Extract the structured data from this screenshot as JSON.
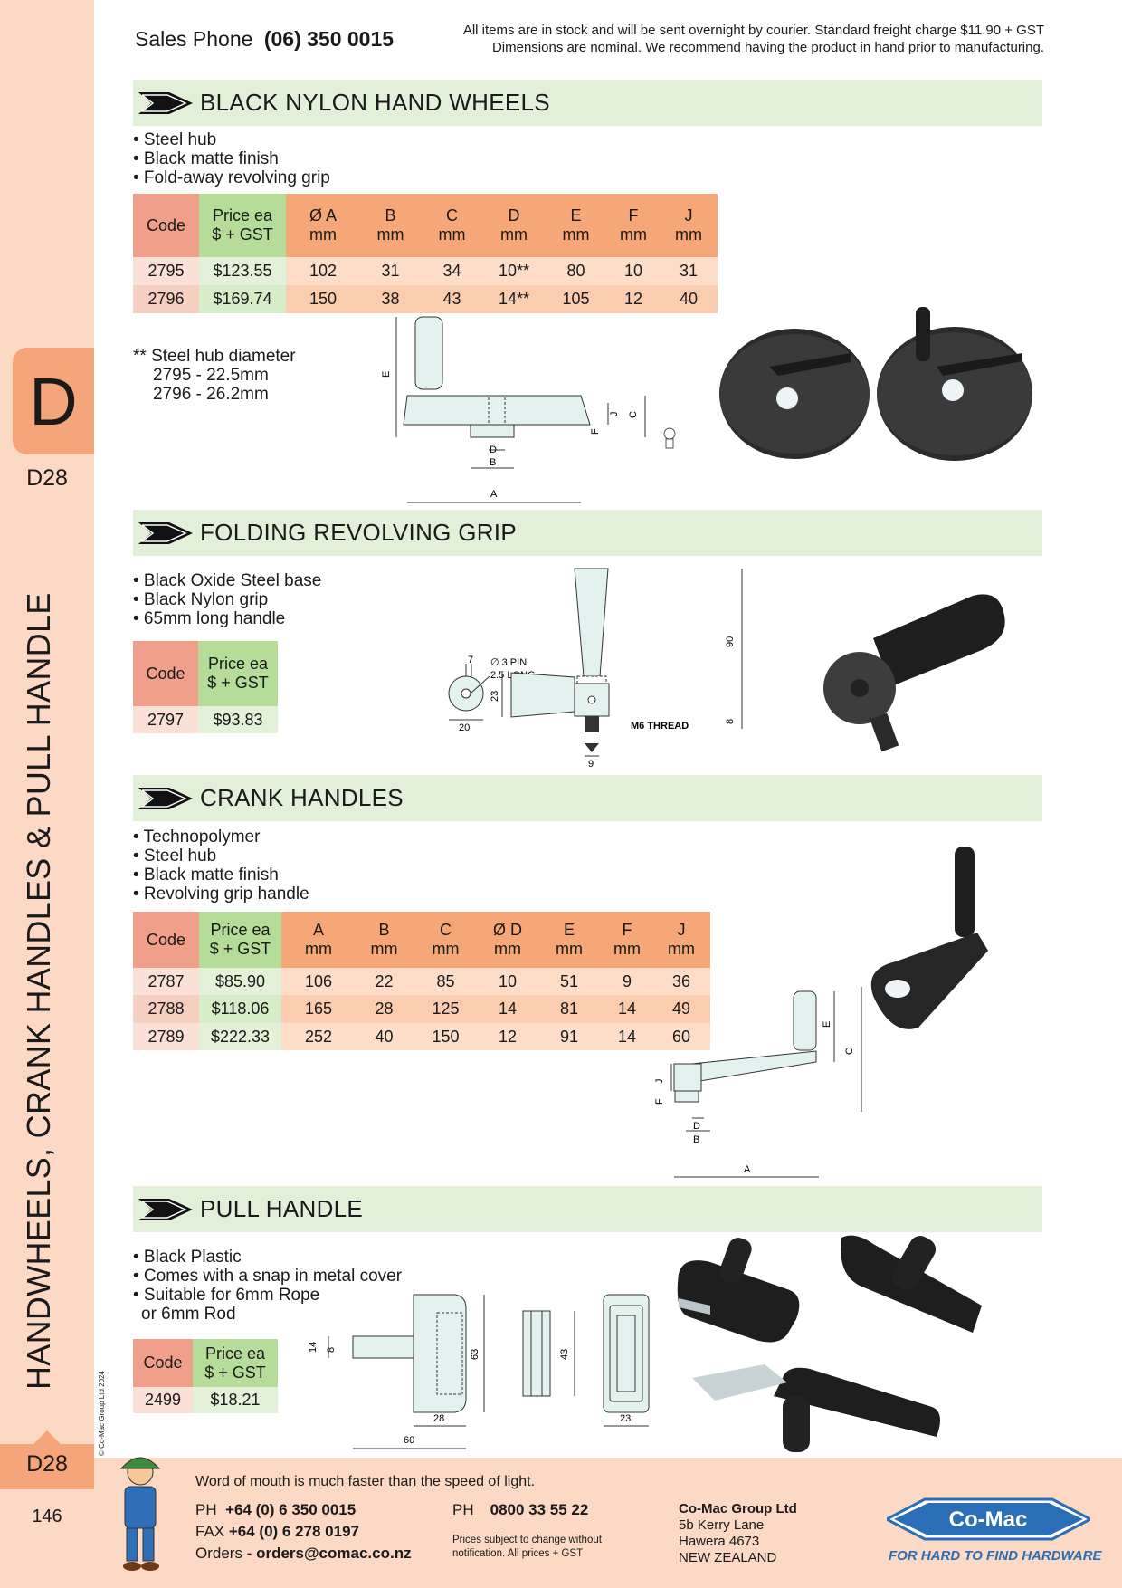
{
  "header": {
    "sales_label": "Sales Phone",
    "sales_phone": "(06) 350 0015",
    "notice_line1": "All items are in stock and will be sent overnight by courier. Standard freight charge $11.90 + GST",
    "notice_line2": "Dimensions are nominal. We recommend having the product in hand prior to manufacturing."
  },
  "sidebar": {
    "tab_letter": "D",
    "tab_code": "D28",
    "vertical_title": "HANDWHEELS, CRANK HANDLES & PULL HANDLE",
    "copyright": "© Co-Mac Group Ltd 2024",
    "bottom_tab_code": "D28",
    "page_number": "146"
  },
  "sections": {
    "handwheels": {
      "title": "BLACK NYLON HAND WHEELS",
      "bullets": [
        "• Steel hub",
        "• Black matte finish",
        "• Fold-away revolving grip"
      ],
      "table": {
        "headers": [
          [
            "Code"
          ],
          [
            "Price ea",
            "$ + GST"
          ],
          [
            "Ø A",
            "mm"
          ],
          [
            "B",
            "mm"
          ],
          [
            "C",
            "mm"
          ],
          [
            "D",
            "mm"
          ],
          [
            "E",
            "mm"
          ],
          [
            "F",
            "mm"
          ],
          [
            "J",
            "mm"
          ]
        ],
        "rows": [
          [
            "2795",
            "$123.55",
            "102",
            "31",
            "34",
            "10**",
            "80",
            "10",
            "31"
          ],
          [
            "2796",
            "$169.74",
            "150",
            "38",
            "43",
            "14**",
            "105",
            "12",
            "40"
          ]
        ]
      },
      "note_line1": "** Steel hub diameter",
      "note_line2": "2795 - 22.5mm",
      "note_line3": "2796 - 26.2mm",
      "diagram_labels": {
        "e": "E",
        "j": "J",
        "c": "C",
        "f": "F",
        "d": "D",
        "b": "B",
        "a": "A"
      }
    },
    "folding_grip": {
      "title": "FOLDING REVOLVING GRIP",
      "bullets": [
        "• Black Oxide Steel base",
        "• Black Nylon grip",
        "• 65mm long handle"
      ],
      "table": {
        "headers": [
          [
            "Code"
          ],
          [
            "Price ea",
            "$ + GST"
          ]
        ],
        "rows": [
          [
            "2797",
            "$93.83"
          ]
        ]
      },
      "diagram_labels": {
        "pin1": "∅ 3 PIN",
        "pin2": "2.5 LONG",
        "d7": "7",
        "d20": "20",
        "d23": "23",
        "d90": "90",
        "d8": "8",
        "d9": "9",
        "thread": "M6 THREAD"
      }
    },
    "crank": {
      "title": "CRANK HANDLES",
      "bullets": [
        "• Technopolymer",
        "• Steel hub",
        "• Black matte finish",
        "• Revolving grip handle"
      ],
      "table": {
        "headers": [
          [
            "Code"
          ],
          [
            "Price ea",
            "$ + GST"
          ],
          [
            "A",
            "mm"
          ],
          [
            "B",
            "mm"
          ],
          [
            "C",
            "mm"
          ],
          [
            "Ø D",
            "mm"
          ],
          [
            "E",
            "mm"
          ],
          [
            "F",
            "mm"
          ],
          [
            "J",
            "mm"
          ]
        ],
        "rows": [
          [
            "2787",
            "$85.90",
            "106",
            "22",
            "85",
            "10",
            "51",
            "9",
            "36"
          ],
          [
            "2788",
            "$118.06",
            "165",
            "28",
            "125",
            "14",
            "81",
            "14",
            "49"
          ],
          [
            "2789",
            "$222.33",
            "252",
            "40",
            "150",
            "12",
            "91",
            "14",
            "60"
          ]
        ]
      },
      "diagram_labels": {
        "e": "E",
        "c": "C",
        "j": "J",
        "f": "F",
        "d": "D",
        "b": "B",
        "a": "A"
      }
    },
    "pull": {
      "title": "PULL HANDLE",
      "bullets": [
        "• Black Plastic",
        "• Comes with a snap in metal cover",
        "• Suitable for 6mm Rope",
        "   or 6mm Rod"
      ],
      "table": {
        "headers": [
          [
            "Code"
          ],
          [
            "Price ea",
            "$ + GST"
          ]
        ],
        "rows": [
          [
            "2499",
            "$18.21"
          ]
        ]
      },
      "diagram_labels": {
        "d14": "14",
        "d8": "8",
        "d63": "63",
        "d28": "28",
        "d60": "60",
        "d43": "43",
        "d23": "23"
      }
    }
  },
  "footer": {
    "slogan": "Word of mouth is much faster than the speed of light.",
    "ph_label": "PH",
    "ph_value": "+64 (0) 6 350 0015",
    "fax_label": "FAX",
    "fax_value": "+64 (0) 6 278 0197",
    "orders_label": "Orders - ",
    "orders_value": "orders@comac.co.nz",
    "ph2_label": "PH",
    "ph2_value": "0800 33 55 22",
    "prices_note": "Prices subject to change without notification. All prices + GST",
    "company": "Co-Mac Group Ltd",
    "addr1": "5b Kerry Lane",
    "addr2": "Hawera 4673",
    "addr3": "NEW ZEALAND",
    "logo_text": "Co-Mac",
    "tagline": "FOR HARD TO FIND HARDWARE"
  },
  "colors": {
    "sidebar": "#fcd9c4",
    "tab": "#f4a57a",
    "section_bar": "#e2efd9",
    "code_header": "#ef9f8a",
    "price_header": "#b5dc98",
    "dim_header": "#f6a777",
    "logo_blue": "#2a6fb5"
  }
}
